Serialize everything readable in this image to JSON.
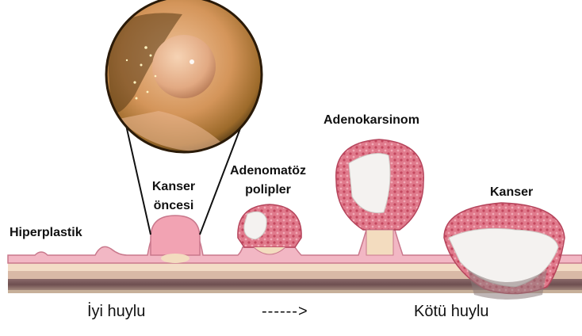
{
  "labels": {
    "hyperplastic": "Hiperplastik",
    "precancer_line1": "Kanser",
    "precancer_line2": "öncesi",
    "adenomatous_line1": "Adenomatöz",
    "adenomatous_line2": "polipler",
    "adenocarcinoma": "Adenokarsinom",
    "cancer": "Kanser"
  },
  "bottom": {
    "benign": "İyi huylu",
    "arrow": "------>",
    "malignant": "Kötü huylu"
  },
  "colors": {
    "mucosa": "#f2b7c4",
    "mucosa_edge": "#c9788c",
    "submucosa": "#f3dcbf",
    "muscle_dark": "#7a5a5a",
    "tumor_red": "#d85a72",
    "tumor_white": "#f4f2f0",
    "endoscopy_bg": "#a86d2a"
  }
}
